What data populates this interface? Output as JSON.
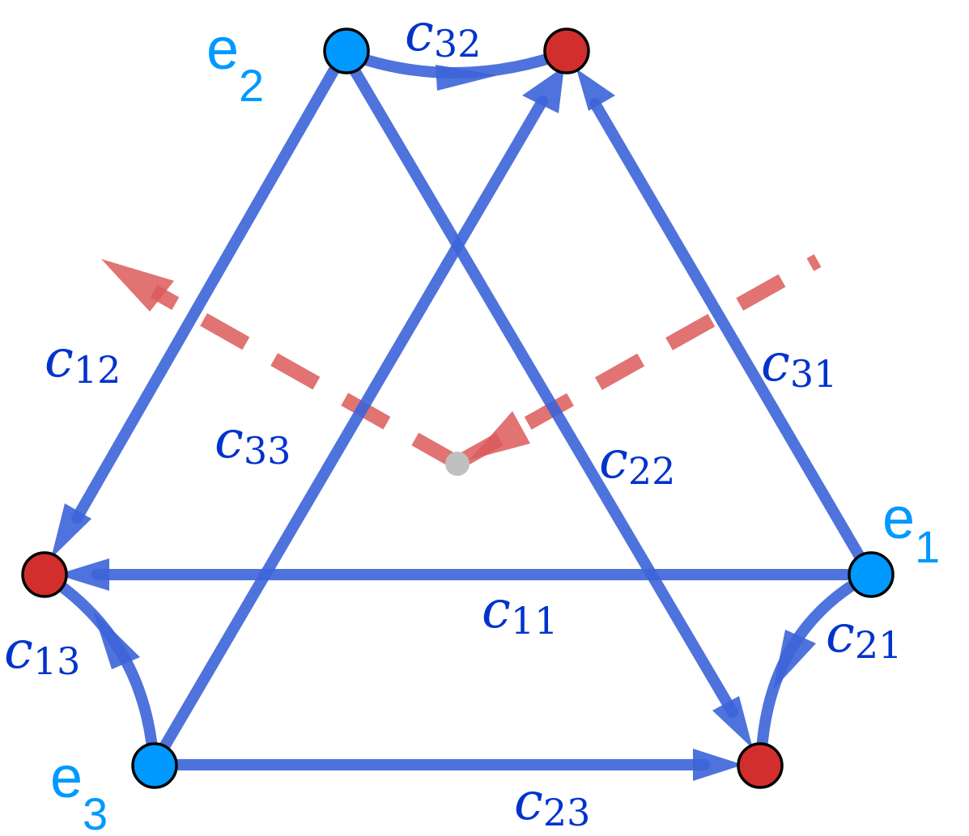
{
  "diagram": {
    "colors": {
      "edge": "#3c64d8",
      "label": "#0033cc",
      "blue_node": "#0099ff",
      "red_node": "#d22e2e",
      "dashed": "#dc5a5a",
      "center": "#c0c0c0"
    },
    "nodes": {
      "e1": {
        "label": "e",
        "sub": "1",
        "color": "blue"
      },
      "e2": {
        "label": "e",
        "sub": "2",
        "color": "blue"
      },
      "e3": {
        "label": "e",
        "sub": "3",
        "color": "blue"
      }
    },
    "edges": [
      {
        "id": "c11",
        "c": "c",
        "sub": "11",
        "from": "e1",
        "to": "red-left"
      },
      {
        "id": "c12",
        "c": "c",
        "sub": "12",
        "from": "e2",
        "to": "red-left"
      },
      {
        "id": "c13",
        "c": "c",
        "sub": "13",
        "from": "e3",
        "to": "red-left"
      },
      {
        "id": "c21",
        "c": "c",
        "sub": "21",
        "from": "e1",
        "to": "red-bottom"
      },
      {
        "id": "c22",
        "c": "c",
        "sub": "22",
        "from": "e2",
        "to": "red-bottom"
      },
      {
        "id": "c23",
        "c": "c",
        "sub": "23",
        "from": "e3",
        "to": "red-bottom"
      },
      {
        "id": "c31",
        "c": "c",
        "sub": "31",
        "from": "e1",
        "to": "red-top"
      },
      {
        "id": "c32",
        "c": "c",
        "sub": "32",
        "from": "e2",
        "to": "red-top"
      },
      {
        "id": "c33",
        "c": "c",
        "sub": "33",
        "from": "e3",
        "to": "red-top"
      }
    ]
  }
}
